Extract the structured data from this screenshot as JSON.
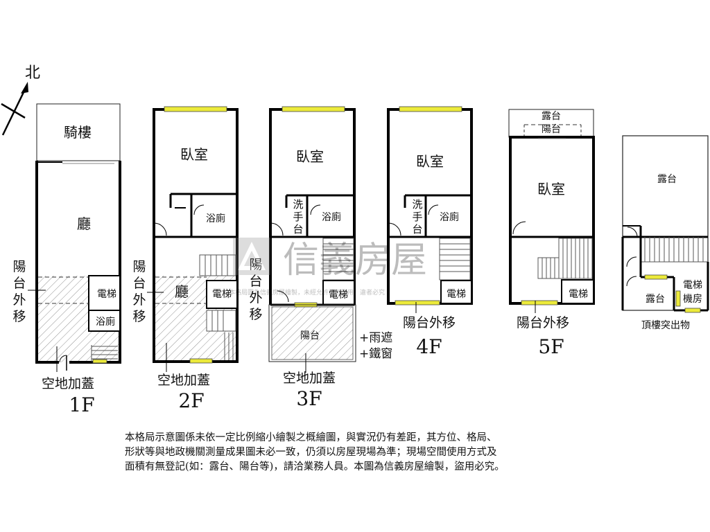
{
  "compass": {
    "north_label": "北"
  },
  "watermark": {
    "brand": "信義房屋",
    "notice": "本格局圖為信義房屋繪製，未經允許請勿盜用，違者必究"
  },
  "floors": {
    "f1": {
      "label": "1F",
      "arcade": "騎樓",
      "hall": "廳",
      "balcony_move": [
        "陽",
        "台",
        "外",
        "移"
      ],
      "elevator": "電梯",
      "bath": "浴廁",
      "extension": "空地加蓋"
    },
    "f2": {
      "label": "2F",
      "bedroom": "臥室",
      "bath": "浴廁",
      "hall": "廳",
      "balcony_move": [
        "陽",
        "台",
        "外",
        "移"
      ],
      "elevator": "電梯",
      "extension": "空地加蓋"
    },
    "f3": {
      "label": "3F",
      "bedroom": "臥室",
      "wash": [
        "洗",
        "手",
        "台"
      ],
      "bath": "浴廁",
      "balcony_move": [
        "陽",
        "台",
        "外",
        "移"
      ],
      "elevator": "電梯",
      "balcony": "陽台",
      "rain_cover": "+雨遮",
      "iron_window": "+鐵窗",
      "extension": "空地加蓋"
    },
    "f4": {
      "label": "4F",
      "bedroom": "臥室",
      "wash": [
        "洗",
        "手",
        "台"
      ],
      "bath": "浴廁",
      "elevator": "電梯",
      "balcony_move": "陽台外移"
    },
    "f5": {
      "label": "5F",
      "terrace": "露台",
      "balcony": "陽台",
      "bedroom": "臥室",
      "elevator": "電梯",
      "balcony_move": "陽台外移"
    },
    "roof": {
      "label": "頂樓突出物",
      "terrace_top": "露台",
      "terrace_small": "露台",
      "elevator_room": [
        "電梯",
        "機房"
      ]
    }
  },
  "disclaimer": [
    "本格局示意圖係未依一定比例縮小繪製之概繪圖，與實況仍有差距，其方位、格局、",
    "形狀等與地政機關測量成果圖未必一致，仍須以房屋現場為準；現場空間使用方式及",
    "面積有無登記(如：露台、陽台等)，請洽業務人員。本圖為信義房屋繪製，盜用必究。"
  ]
}
